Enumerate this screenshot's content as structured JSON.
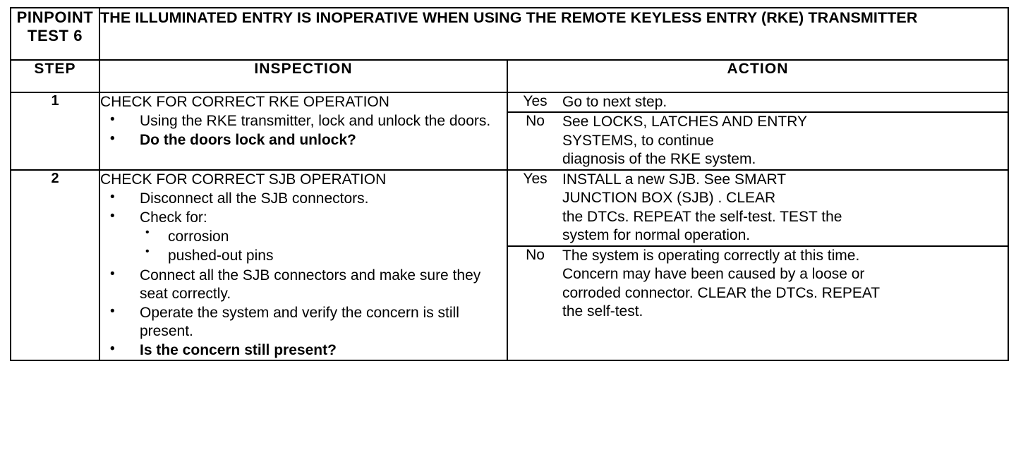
{
  "header": {
    "test_label": "PINPOINT TEST 6",
    "title": "THE ILLUMINATED ENTRY IS INOPERATIVE WHEN USING THE REMOTE KEYLESS ENTRY (RKE) TRANSMITTER"
  },
  "columns": {
    "step": "STEP",
    "inspection": "INSPECTION",
    "action": "ACTION"
  },
  "rows": [
    {
      "step": "1",
      "inspection": {
        "title": "CHECK FOR CORRECT RKE OPERATION",
        "items": [
          {
            "text": "Using the RKE transmitter, lock and unlock the doors.",
            "bold": false
          },
          {
            "text": "Do the doors lock and unlock?",
            "bold": true
          }
        ]
      },
      "branches": [
        {
          "label": "Yes",
          "action": "Go to next step."
        },
        {
          "label": "No",
          "action": "See LOCKS, LATCHES AND ENTRY\nSYSTEMS, to continue\ndiagnosis of the RKE system."
        }
      ]
    },
    {
      "step": "2",
      "inspection": {
        "title": "CHECK FOR CORRECT SJB OPERATION",
        "items": [
          {
            "text": "Disconnect all the SJB connectors.",
            "bold": false
          },
          {
            "text": "Check for:",
            "bold": false,
            "sub_items": [
              "corrosion",
              "pushed-out pins"
            ]
          },
          {
            "text": "Connect all the SJB connectors and make sure they seat correctly.",
            "bold": false
          },
          {
            "text": "Operate the system and verify the concern is still present.",
            "bold": false
          },
          {
            "text": "Is the concern still present?",
            "bold": true
          }
        ]
      },
      "branches": [
        {
          "label": "Yes",
          "action": "INSTALL a new SJB. See SMART\nJUNCTION BOX (SJB) . CLEAR\nthe DTCs. REPEAT the self-test. TEST the\nsystem for normal operation."
        },
        {
          "label": "No",
          "action": "The system is operating correctly at this time.\nConcern may have been caused by a loose or\ncorroded connector. CLEAR the DTCs. REPEAT\nthe self-test."
        }
      ]
    }
  ]
}
